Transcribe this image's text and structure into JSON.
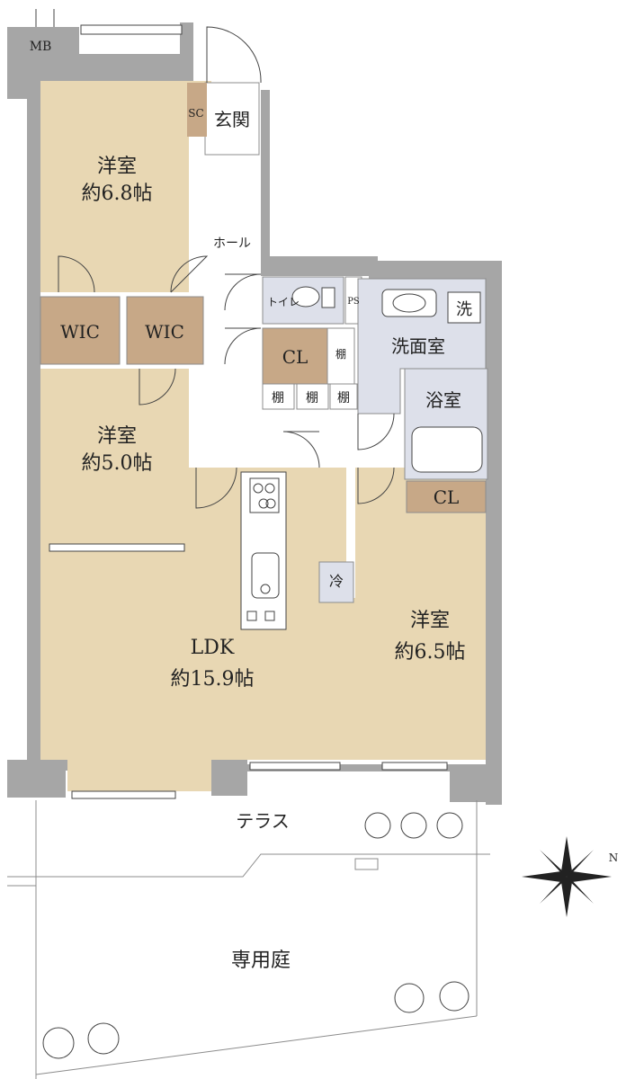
{
  "colors": {
    "wall": "#a6a6a6",
    "room": "#e8d7b3",
    "wic": "#c7a887",
    "wet": "#dde0ea",
    "outline": "#8c8c8c",
    "line": "#444444",
    "white": "#ffffff"
  },
  "labels": {
    "mb": "MB",
    "sc": "SC",
    "genkan": "玄関",
    "hall": "ホール",
    "ps": "PS",
    "toilet": "トイレ",
    "sentaku": "洗",
    "senmenshitsu": "洗面室",
    "yokushitsu": "浴室",
    "cl_upper": "CL",
    "cl_lower": "CL",
    "tana": "棚",
    "wic_left": "WIC",
    "wic_right": "WIC",
    "rei": "冷",
    "terrace": "テラス",
    "garden": "専用庭",
    "compass_n": "N"
  },
  "rooms": {
    "youshitsu_a": {
      "name": "洋室",
      "size": "約6.8帖"
    },
    "youshitsu_b": {
      "name": "洋室",
      "size": "約5.0帖"
    },
    "youshitsu_c": {
      "name": "洋室",
      "size": "約6.5帖"
    },
    "ldk": {
      "name": "LDK",
      "size": "約15.9帖"
    }
  }
}
